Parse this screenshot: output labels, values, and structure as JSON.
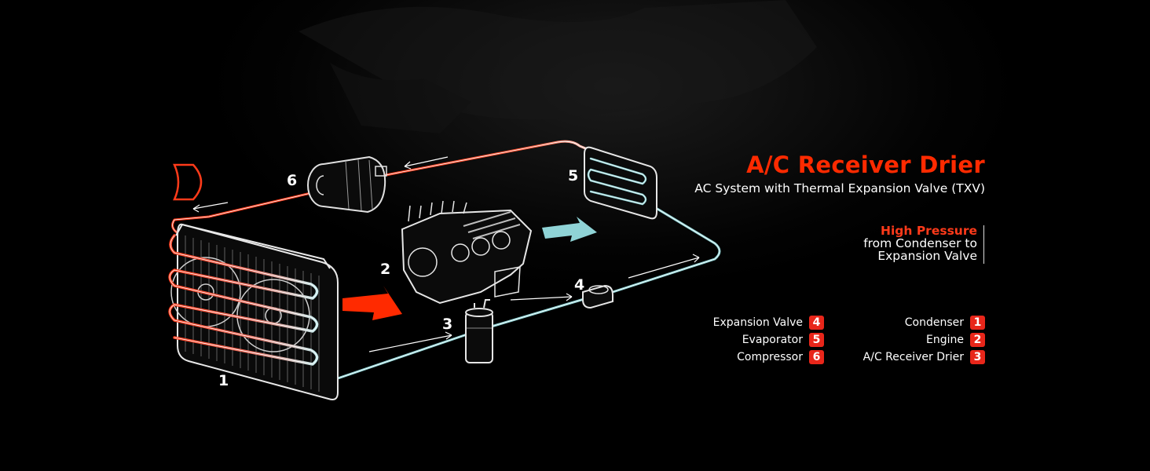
{
  "title": "A/C Receiver Drier",
  "subtitle": "AC System with Thermal Expansion Valve (TXV)",
  "pressure_note": {
    "highlight": "High Pressure",
    "line1": "from Condenser to",
    "line2": "Expansion Valve"
  },
  "callouts": [
    "1",
    "2",
    "3",
    "4",
    "5",
    "6"
  ],
  "legend_left": [
    {
      "label": "Expansion Valve",
      "num": "4"
    },
    {
      "label": "Evaporator",
      "num": "5"
    },
    {
      "label": "Compressor",
      "num": "6"
    }
  ],
  "legend_right": [
    {
      "label": "Condenser",
      "num": "1"
    },
    {
      "label": "Engine",
      "num": "2"
    },
    {
      "label": "A/C Receiver Drier",
      "num": "3"
    }
  ],
  "colors": {
    "high_pressure": "#ff3a1a",
    "low_pressure": "#8fd3d6",
    "badge": "#e8261a"
  }
}
